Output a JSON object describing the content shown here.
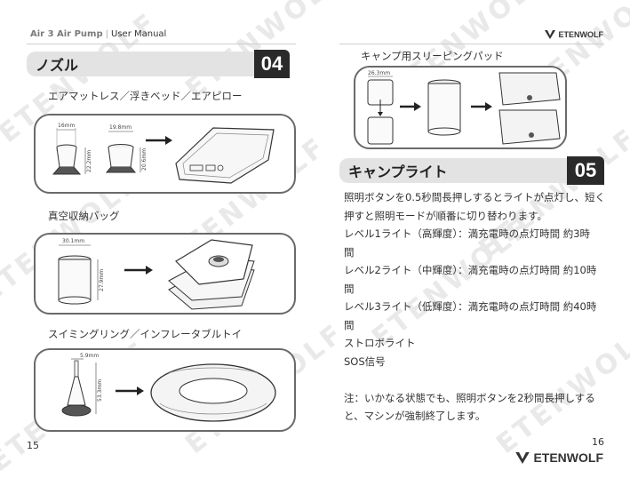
{
  "header": {
    "brand": "Air 3 Air Pump",
    "separator": "|",
    "doc_title": "User Manual",
    "right_logo": "ETENWOLF"
  },
  "watermark_text": "ETENWOLF",
  "left_page": {
    "section_title": "ノズル",
    "section_number": "04",
    "groups": [
      {
        "label": "エアマットレス／浮きベッド／エアピロー",
        "dims": [
          "16mm",
          "22.2mm",
          "19.8mm",
          "20.6mm"
        ]
      },
      {
        "label": "真空収納バッグ",
        "dims": [
          "30.1mm",
          "27.9mm"
        ]
      },
      {
        "label": "スイミングリング／インフレータブルトイ",
        "dims": [
          "5.9mm",
          "53.3mm"
        ]
      }
    ],
    "page_number": "15"
  },
  "right_page": {
    "top_label": "キャンプ用スリーピングパッド",
    "top_dim": "26.3mm",
    "section_title": "キャンプライト",
    "section_number": "05",
    "lines": [
      "照明ボタンを0.5秒間長押しするとライトが点灯し、短く",
      "押すと照明モードが順番に切り替わります。",
      "レベル1ライト（高輝度）：満充電時の点灯時間 約3時",
      "間",
      "レベル2ライト（中輝度）：満充電時の点灯時間 約10時",
      "間",
      "レベル3ライト（低輝度）：満充電時の点灯時間 約40時",
      "間",
      "ストロボライト",
      "SOS信号",
      "",
      "注：いかなる状態でも、照明ボタンを2秒間長押しする",
      "と、マシンが強制終了します。"
    ],
    "page_number": "16",
    "footer_logo": "ETENWOLF"
  }
}
